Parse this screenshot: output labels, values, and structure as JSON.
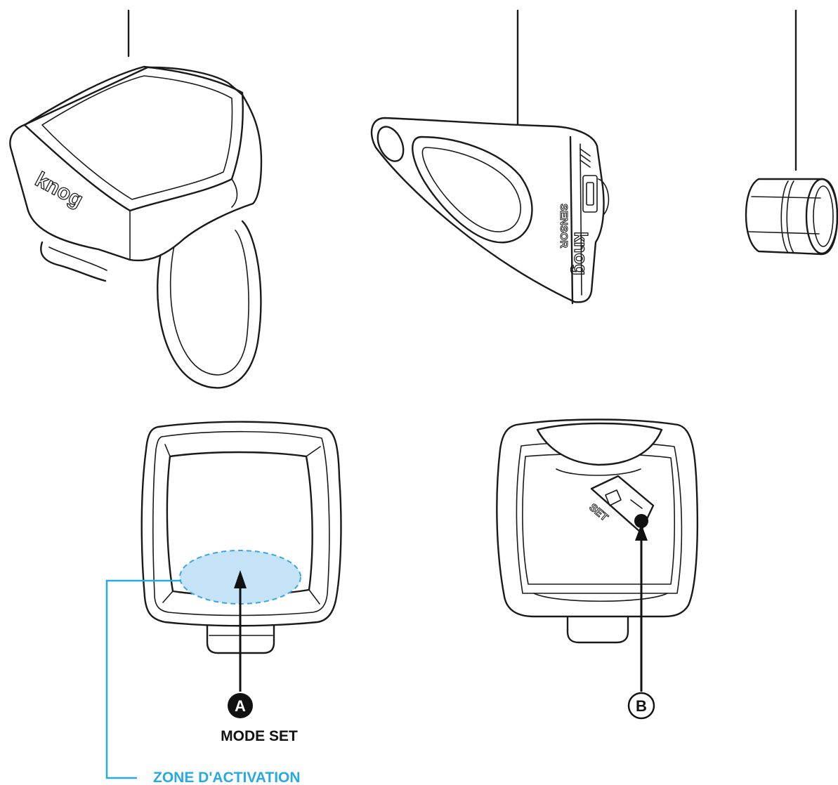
{
  "components": {
    "light_brand": "knog",
    "sensor_brand": "knog",
    "sensor_text": "SENSOR",
    "set_text": "SET"
  },
  "callouts": {
    "a_letter": "A",
    "a_label": "MODE SET",
    "b_letter": "B",
    "zone_label": "ZONE D'ACTIVATION"
  },
  "colors": {
    "zone_fill": "#c4e3f7",
    "zone_stroke": "#3aa7e0",
    "zone_label": "#29a9e1",
    "ink": "#1a1a1a"
  }
}
